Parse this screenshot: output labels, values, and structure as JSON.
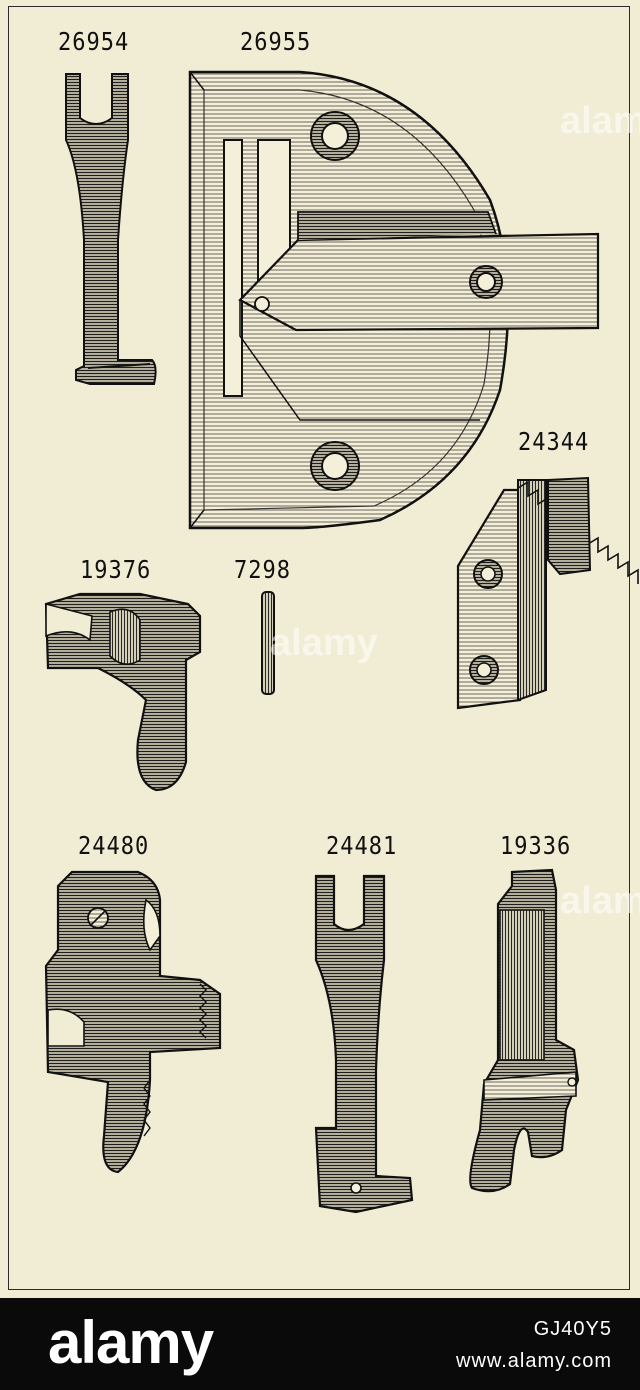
{
  "plate": {
    "parts": [
      {
        "id": "26954",
        "desc": "presser-foot-slotted"
      },
      {
        "id": "26955",
        "desc": "throat-plate"
      },
      {
        "id": "24344",
        "desc": "feed-dog"
      },
      {
        "id": "19376",
        "desc": "presser-foot-bracket"
      },
      {
        "id": "7298",
        "desc": "pin"
      },
      {
        "id": "24480",
        "desc": "toothed-presser-foot"
      },
      {
        "id": "24481",
        "desc": "presser-foot-long"
      },
      {
        "id": "19336",
        "desc": "presser-foot-hinged"
      }
    ],
    "watermark": "alamy"
  },
  "footer": {
    "logo": "alamy",
    "image_id": "GJ40Y5",
    "site": "www.alamy.com"
  },
  "colors": {
    "paper": "#f1ecd4",
    "ink": "#111111",
    "footer_bg": "#0a0a0a",
    "footer_text": "#ffffff"
  }
}
